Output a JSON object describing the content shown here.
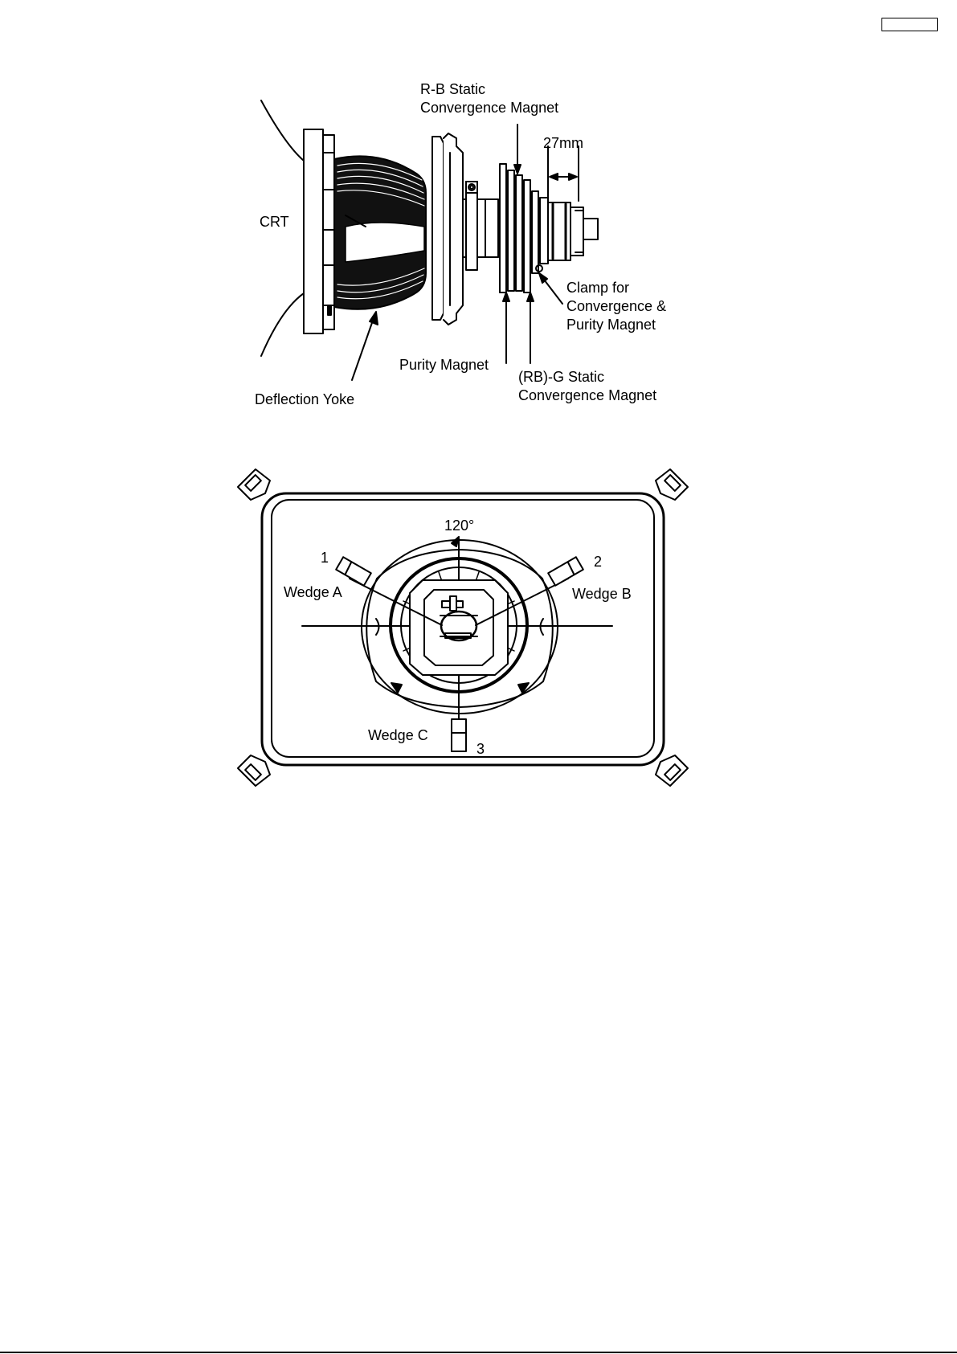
{
  "header": {
    "page_box_text": ""
  },
  "figure1": {
    "labels": {
      "rb_static_line1": "R-B Static",
      "rb_static_line2": "Convergence Magnet",
      "dimension": "27mm",
      "crt": "CRT",
      "clamp_line1": "Clamp for",
      "clamp_line2": "Convergence &",
      "clamp_line3": "Purity Magnet",
      "purity_magnet": "Purity Magnet",
      "rbg_static_line1": "(RB)-G Static",
      "rbg_static_line2": "Convergence Magnet",
      "deflection_yoke": "Deflection Yoke"
    }
  },
  "figure2": {
    "labels": {
      "angle": "120°",
      "wedge_a_num": "1",
      "wedge_a": "Wedge A",
      "wedge_b_num": "2",
      "wedge_b": "Wedge B",
      "wedge_c": "Wedge C",
      "wedge_c_num": "3"
    }
  }
}
